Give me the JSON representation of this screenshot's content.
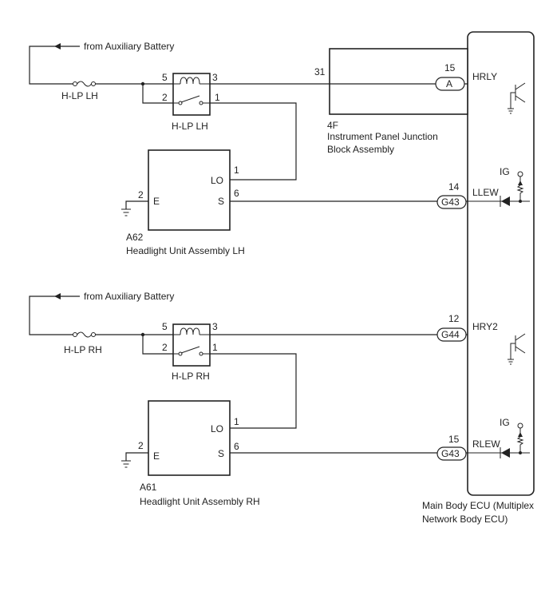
{
  "labels": {
    "from_battery_upper": "from Auxiliary Battery",
    "from_battery_lower": "from Auxiliary Battery",
    "fuse_lh": "H-LP LH",
    "fuse_rh": "H-LP RH",
    "relay_lh": "H-LP LH",
    "relay_rh": "H-LP RH",
    "relay_lh_pin5": "5",
    "relay_lh_pin2": "2",
    "relay_lh_pin3": "3",
    "relay_lh_pin1": "1",
    "relay_rh_pin5": "5",
    "relay_rh_pin2": "2",
    "relay_rh_pin3": "3",
    "relay_rh_pin1": "1",
    "jb_pin": "31",
    "jb_code": "4F",
    "jb_name_1": "Instrument Panel Junction",
    "jb_name_2": "Block Assembly",
    "unit_lh_code": "A62",
    "unit_lh_name": "Headlight Unit Assembly LH",
    "unit_rh_code": "A61",
    "unit_rh_name": "Headlight Unit Assembly RH",
    "unit_lo": "LO",
    "unit_s": "S",
    "unit_e": "E",
    "unit_lo_rh": "LO",
    "unit_s_rh": "S",
    "unit_e_rh": "E",
    "unit_lh_pin1": "1",
    "unit_lh_pin6": "6",
    "unit_lh_pin2": "2",
    "unit_rh_pin1": "1",
    "unit_rh_pin6": "6",
    "unit_rh_pin2": "2",
    "ecu_name_1": "Main Body ECU (Multiplex",
    "ecu_name_2": "Network Body ECU)",
    "conn_a": "A",
    "conn_a_pin": "15",
    "sig_hrly": "HRLY",
    "conn_g43_1": "G43",
    "conn_g43_1_pin": "14",
    "sig_llew": "LLEW",
    "conn_g44": "G44",
    "conn_g44_pin": "12",
    "sig_hry2": "HRY2",
    "conn_g43_2": "G43",
    "conn_g43_2_pin": "15",
    "sig_rlew": "RLEW",
    "ig_1": "IG",
    "ig_2": "IG"
  }
}
